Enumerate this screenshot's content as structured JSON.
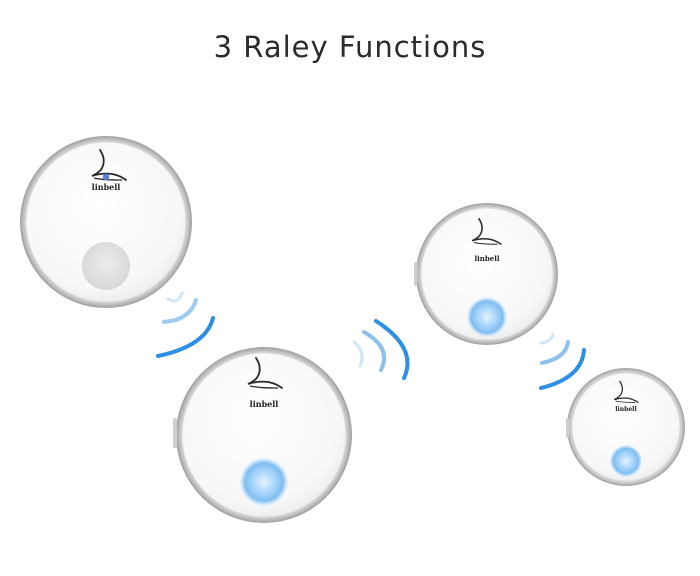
{
  "title": "3 Raley Functions",
  "devices": [
    {
      "name": "transmitter",
      "brand": "linbell"
    },
    {
      "name": "receiver-large",
      "brand": "linbell"
    },
    {
      "name": "receiver-medium",
      "brand": "linbell"
    },
    {
      "name": "receiver-small",
      "brand": "linbell"
    }
  ],
  "colors": {
    "wave_strong": "#2e8fe6",
    "wave_light": "#bcdcf7",
    "led_glow": "#8ec9f7",
    "device_rim": "#d4d4d4"
  },
  "icons": [
    "wireless-signal-icon",
    "brand-logo-icon"
  ]
}
